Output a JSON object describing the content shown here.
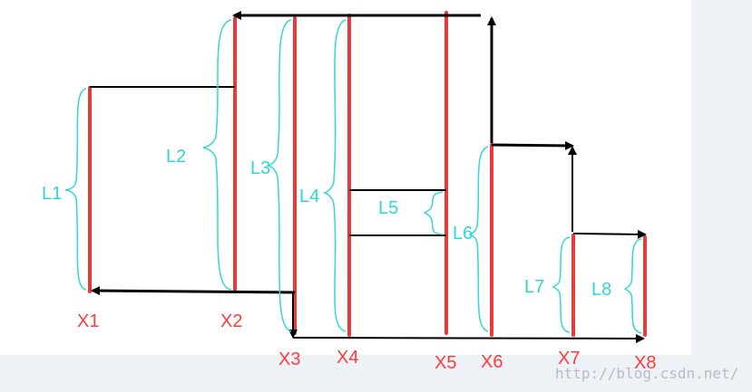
{
  "x_labels": [
    "X1",
    "X2",
    "X3",
    "X4",
    "X5",
    "X6",
    "X7",
    "X8"
  ],
  "l_labels": [
    "L1",
    "L2",
    "L3",
    "L4",
    "L5",
    "L6",
    "L7",
    "L8"
  ],
  "watermark": "http://blog.csdn.net/",
  "colors": {
    "bar": "#e83a3a",
    "arrow": "#000000",
    "brace": "#34d6d6",
    "xlabel": "#ff3b3b",
    "background": "#ffffff"
  }
}
